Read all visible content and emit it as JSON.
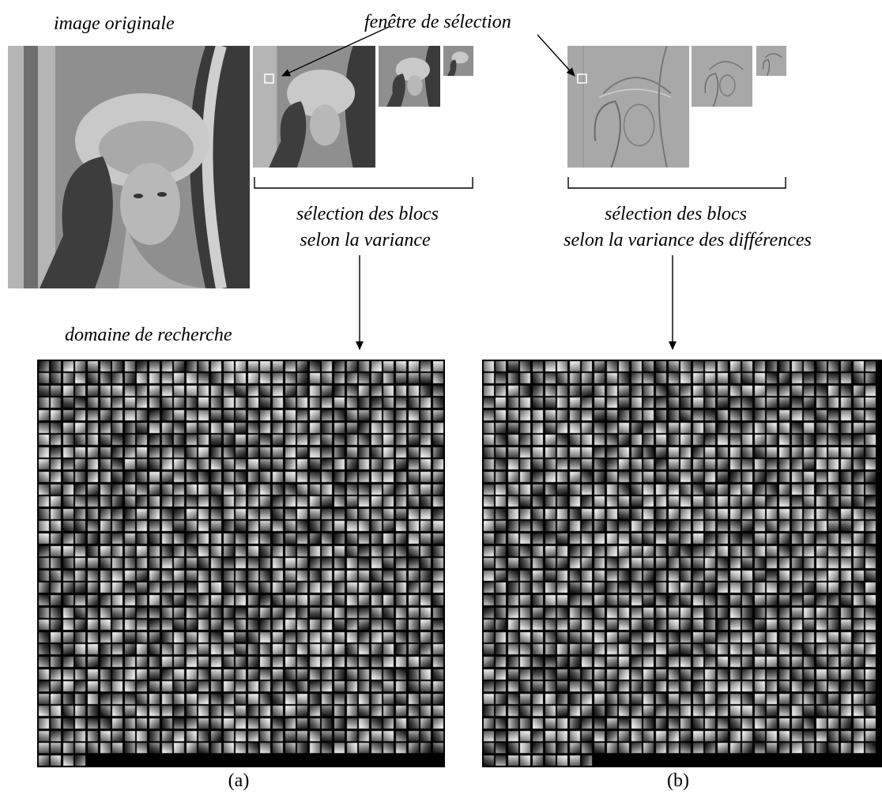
{
  "labels": {
    "original": "image originale",
    "window": "fenêtre de sélection",
    "domain": "domaine de recherche",
    "sel_a_line1": "sélection des blocs",
    "sel_a_line2": "selon la variance",
    "sel_b_line1": "sélection des blocs",
    "sel_b_line2": "selon la variance des différences"
  },
  "captions": {
    "a": "(a)",
    "b": "(b)"
  },
  "colors": {
    "ink": "#000000",
    "background": "#ffffff",
    "image_gray": "#8a8a8a",
    "diff_gray": "#a8a8a8"
  }
}
